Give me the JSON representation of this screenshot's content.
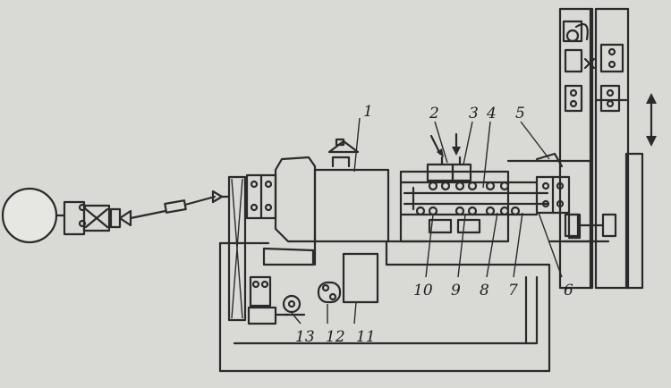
{
  "diagram": {
    "callouts": [
      {
        "id": "1",
        "text": "1"
      },
      {
        "id": "2",
        "text": "2"
      },
      {
        "id": "3",
        "text": "3"
      },
      {
        "id": "4",
        "text": "4"
      },
      {
        "id": "5",
        "text": "5"
      },
      {
        "id": "6",
        "text": "6"
      },
      {
        "id": "7",
        "text": "7"
      },
      {
        "id": "8",
        "text": "8"
      },
      {
        "id": "9",
        "text": "9"
      },
      {
        "id": "10",
        "text": "10"
      },
      {
        "id": "11",
        "text": "11"
      },
      {
        "id": "12",
        "text": "12"
      },
      {
        "id": "13",
        "text": "13"
      }
    ]
  },
  "colors": {
    "ink": "#2a2a2a",
    "paper": "#d9d9d6"
  }
}
